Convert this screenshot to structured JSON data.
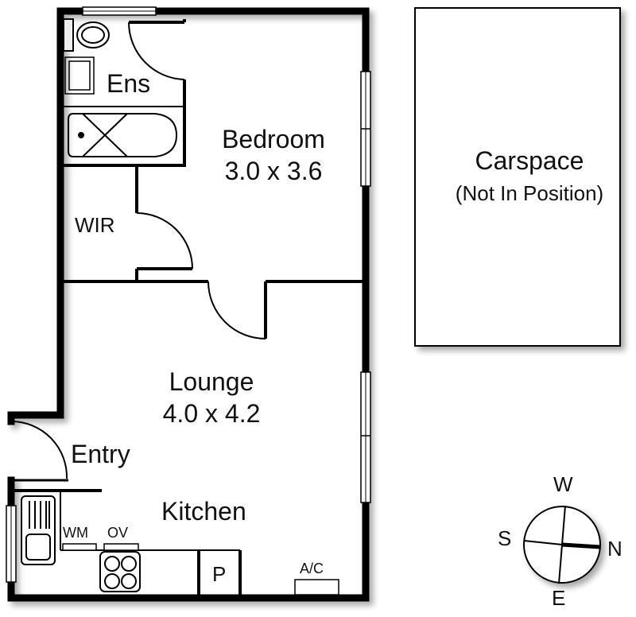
{
  "floorplan": {
    "rooms": {
      "bedroom": {
        "name": "Bedroom",
        "dimensions": "3.0 x 3.6"
      },
      "lounge": {
        "name": "Lounge",
        "dimensions": "4.0 x 4.2"
      },
      "ensuite": {
        "name": "Ens"
      },
      "wir": {
        "name": "WIR"
      },
      "entry": {
        "name": "Entry"
      },
      "kitchen": {
        "name": "Kitchen"
      }
    },
    "fixtures": {
      "washing_machine": "WM",
      "oven": "OV",
      "pantry": "P",
      "air_conditioner": "A/C"
    },
    "carspace": {
      "title": "Carspace",
      "note": "(Not In Position)"
    },
    "compass": {
      "top": "W",
      "left": "S",
      "right": "N",
      "bottom": "E"
    },
    "colors": {
      "wall": "#000000",
      "background": "#ffffff",
      "shadow": "#bdbdbd"
    }
  }
}
